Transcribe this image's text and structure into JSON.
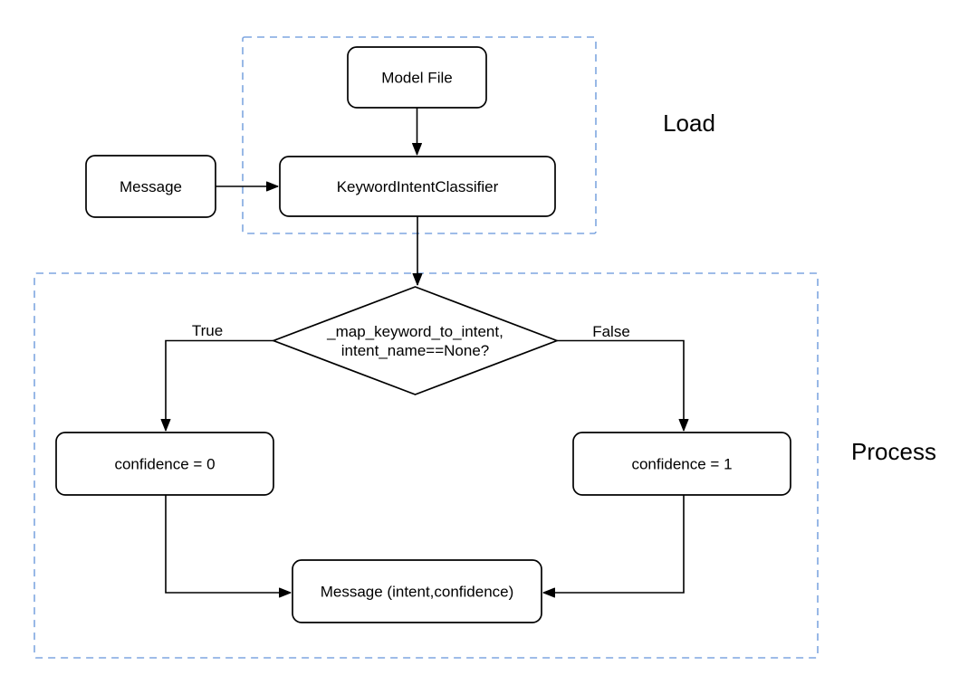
{
  "diagram": {
    "groups": {
      "load": {
        "label": "Load"
      },
      "process": {
        "label": "Process"
      }
    },
    "nodes": {
      "model_file": {
        "label": "Model File"
      },
      "classifier": {
        "label": "KeywordIntentClassifier"
      },
      "message_in": {
        "label": "Message"
      },
      "decision": {
        "line1": "_map_keyword_to_intent,",
        "line2": "intent_name==None?"
      },
      "confidence_zero": {
        "label": "confidence = 0"
      },
      "confidence_one": {
        "label": "confidence = 1"
      },
      "message_out": {
        "label": "Message (intent,confidence)"
      }
    },
    "edge_labels": {
      "true_branch": "True",
      "false_branch": "False"
    },
    "colors": {
      "background": "#ffffff",
      "node_fill": "#ffffff",
      "node_border": "#000000",
      "edge_color": "#000000",
      "text_color": "#000000",
      "group_border": "#7ea6e0"
    }
  }
}
